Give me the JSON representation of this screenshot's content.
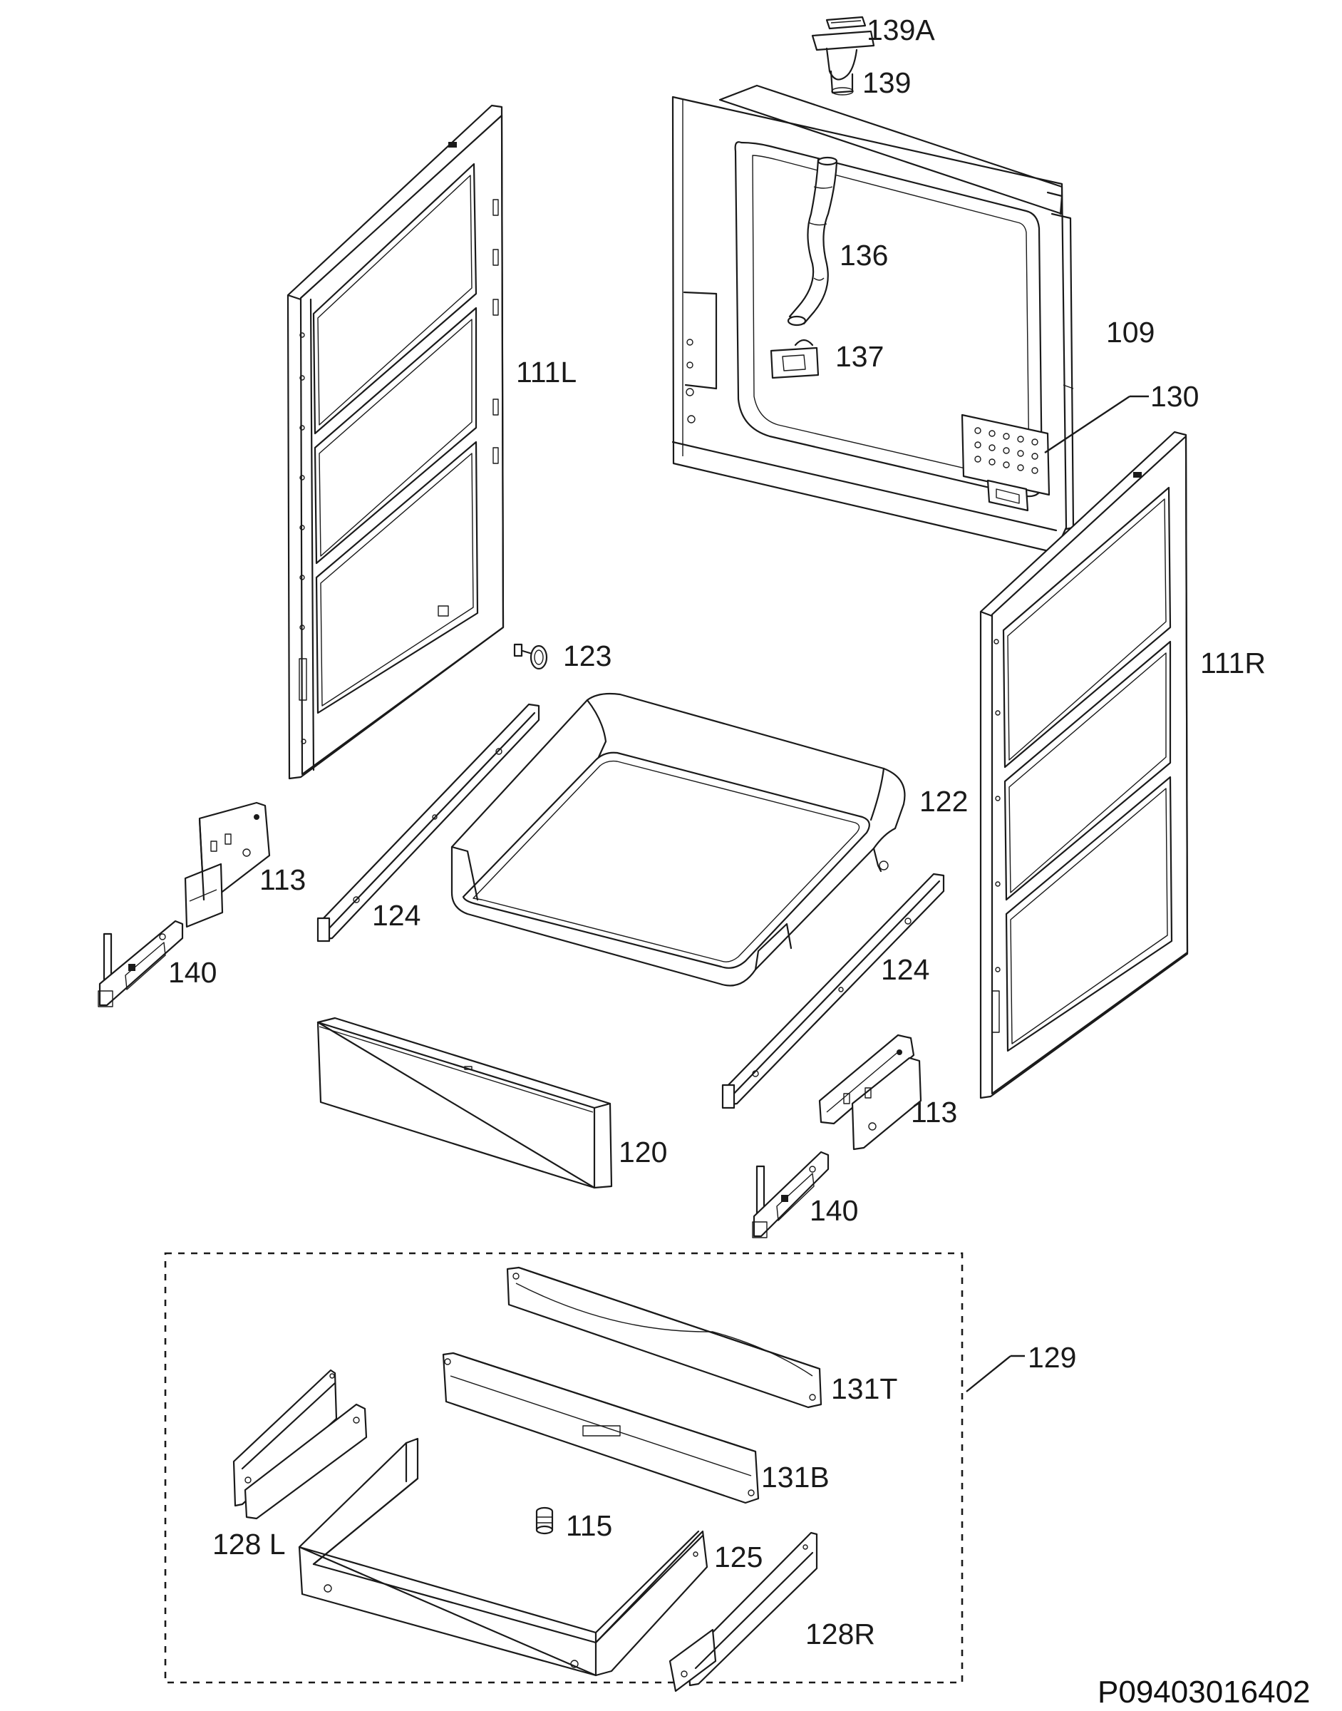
{
  "diagram": {
    "labels": {
      "p139A": "139A",
      "p139": "139",
      "p136": "136",
      "p137": "137",
      "p109": "109",
      "p130": "130",
      "p111L": "111L",
      "p111R": "111R",
      "p123": "123",
      "p122": "122",
      "p113_left": "113",
      "p113_right": "113",
      "p124_left": "124",
      "p124_right": "124",
      "p140_left": "140",
      "p140_right": "140",
      "p120": "120",
      "p129": "129",
      "p131T": "131T",
      "p131B": "131B",
      "p128L": "128 L",
      "p115": "115",
      "p125": "125",
      "p128R": "128R"
    },
    "drawing_code": "P09403016402"
  }
}
